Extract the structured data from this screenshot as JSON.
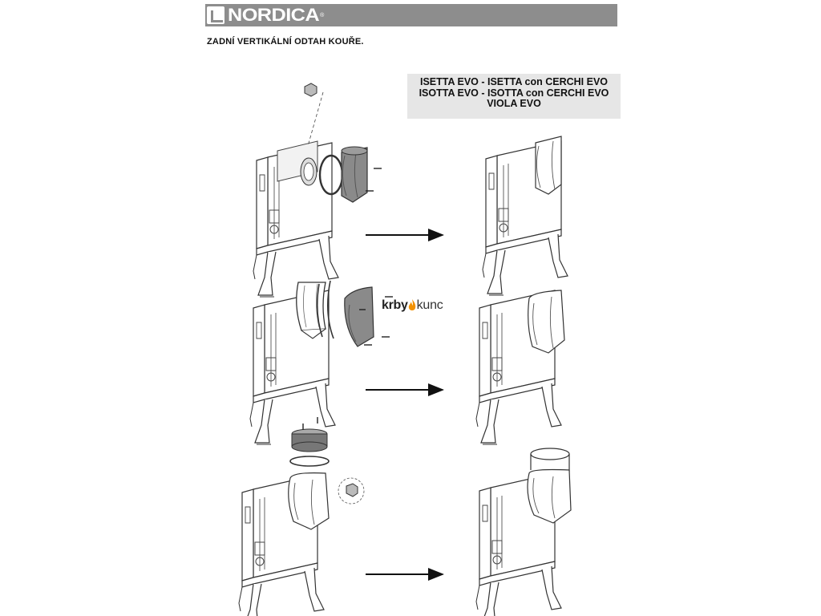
{
  "header": {
    "logo_text": "NORDICA",
    "logo_reg": "®",
    "bar_color": "#8d8d8d"
  },
  "page_title": "ZADNÍ VERTIKÁLNÍ ODTAH KOUŘE.",
  "models": [
    "ISETTA EVO - ISETTA  con CERCHI EVO",
    "ISOTTA EVO - ISOTTA con CERCHI EVO",
    "VIOLA EVO"
  ],
  "brand": {
    "part1": "krby",
    "part2": "kunc",
    "flame_color": "#f29100"
  },
  "steps": [
    {
      "id": 1,
      "arrow_icon": "arrow-right-icon"
    },
    {
      "id": 2,
      "arrow_icon": "arrow-right-icon"
    },
    {
      "id": 3,
      "arrow_icon": "arrow-right-icon"
    }
  ]
}
